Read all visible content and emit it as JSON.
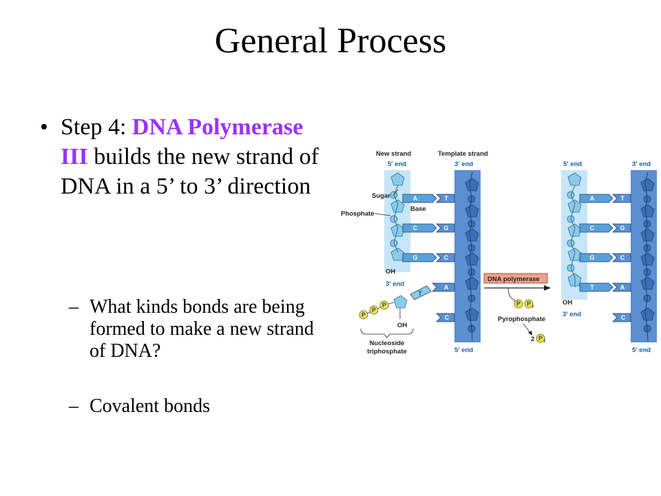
{
  "title": "General Process",
  "step": {
    "prefix": "Step 4:  ",
    "highlight": "DNA Polymerase III",
    "suffix": " builds the new strand of DNA in a 5’ to 3’ direction"
  },
  "subpoints": [
    "What kinds bonds are being formed to make a new strand of DNA?",
    "Covalent bonds"
  ],
  "diagram": {
    "new_strand": "New strand",
    "template_strand": "Template strand",
    "five_end": "5′ end",
    "three_end": "3′ end",
    "sugar": "Sugar",
    "phosphate": "Phosphate",
    "base": "Base",
    "oh": "OH",
    "nucleoside": "Nucleoside",
    "triphosphate": "triphosphate",
    "enzyme": "DNA polymerase",
    "pyrophosphate": "Pyrophosphate",
    "two": "2",
    "p": "P",
    "pi": "i",
    "left_pairs": [
      [
        "A",
        "T"
      ],
      [
        "C",
        "G"
      ],
      [
        "G",
        "C"
      ]
    ],
    "incoming": [
      "T",
      "A"
    ],
    "extra_template": "C",
    "right_pairs": [
      [
        "A",
        "T"
      ],
      [
        "C",
        "G"
      ],
      [
        "G",
        "C"
      ],
      [
        "T",
        "A"
      ]
    ]
  },
  "colors": {
    "highlight": "#9933ff",
    "template": "#5b8fd0",
    "new_strand_bg": "#c6e6f7",
    "label_blue": "#1c5fa8",
    "enzyme_box": "#f0a18a"
  }
}
